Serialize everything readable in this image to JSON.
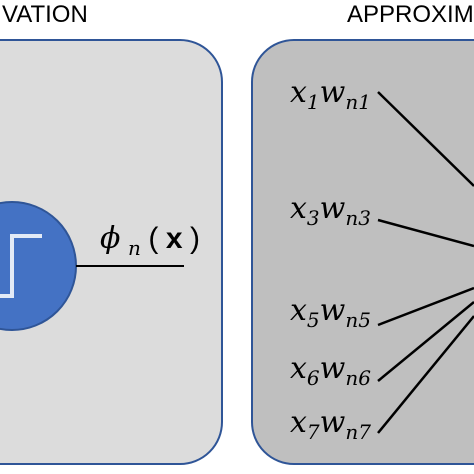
{
  "headings": {
    "left": "VATION",
    "right": "APPROXIM"
  },
  "activation": {
    "output_label_func": "ϕ",
    "output_label_sub": "n",
    "output_label_open": "(",
    "output_label_arg": "x",
    "output_label_close": ")"
  },
  "terms": [
    {
      "x": "x",
      "x_sub": "1",
      "w": "w",
      "w_sub": "n1"
    },
    {
      "x": "x",
      "x_sub": "3",
      "w": "w",
      "w_sub": "n3"
    },
    {
      "x": "x",
      "x_sub": "5",
      "w": "w",
      "w_sub": "n5"
    },
    {
      "x": "x",
      "x_sub": "6",
      "w": "w",
      "w_sub": "n6"
    },
    {
      "x": "x",
      "x_sub": "7",
      "w": "w",
      "w_sub": "n7"
    }
  ],
  "colors": {
    "panel_left_fill": "#dcdcdc",
    "panel_right_fill": "#bfbfbf",
    "panel_stroke": "#2f5597",
    "neuron_fill": "#4472c4",
    "neuron_stroke": "#2f5597",
    "step_line": "#ffffff",
    "line": "#000000"
  }
}
